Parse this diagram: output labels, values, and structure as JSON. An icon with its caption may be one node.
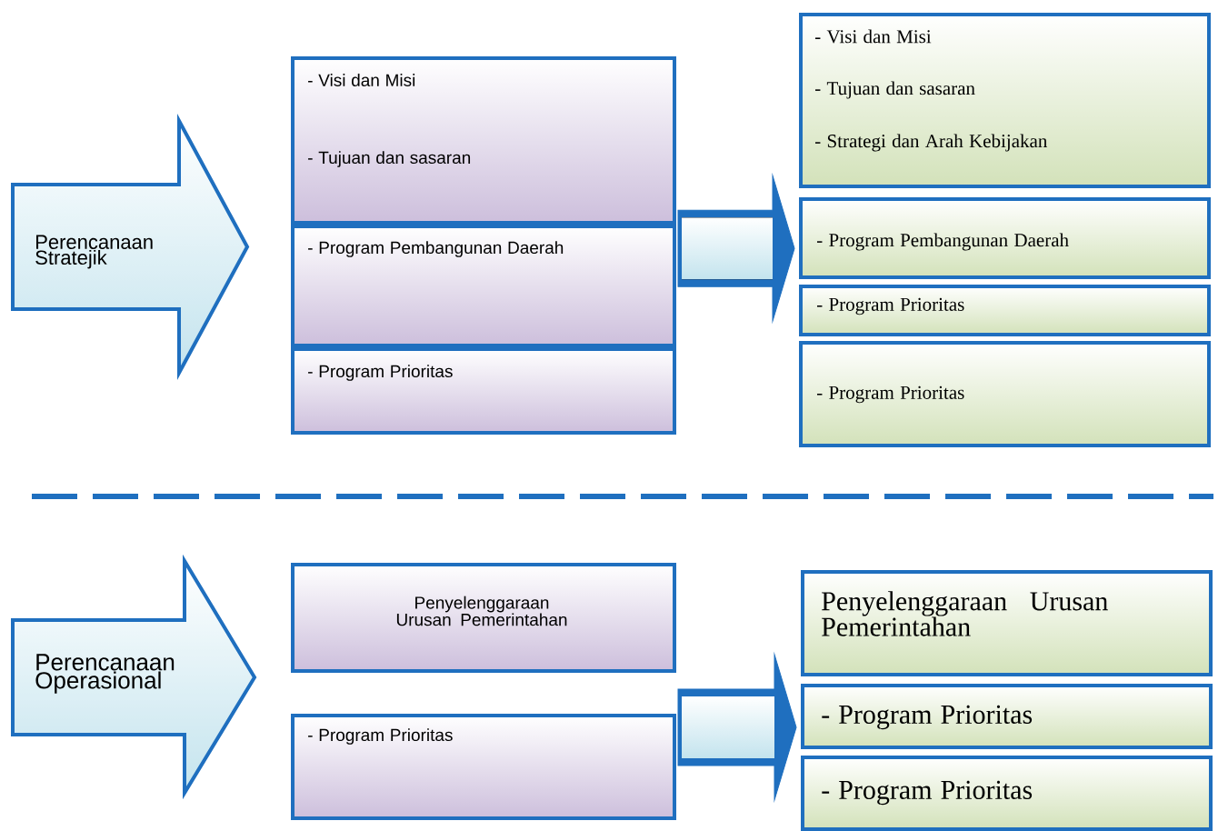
{
  "diagram": {
    "nodes": [
      {
        "text": [
          "Perencanaan Stratejik"
        ]
      },
      {
        "text": [
          "-  Visi dan Misi",
          "-  Tujuan dan sasaran"
        ]
      },
      {
        "text": [
          "- Program Pembangunan Daerah"
        ]
      },
      {
        "text": [
          "- Program Prioritas"
        ]
      },
      {
        "text": [
          "-  Visi dan Misi",
          "-  Tujuan dan sasaran",
          "-  Strategi dan Arah  Kebijakan"
        ]
      },
      {
        "text": [
          "- Program Pembangunan Daerah"
        ]
      },
      {
        "text": [
          "- Program Prioritas"
        ]
      },
      {
        "text": [
          "- Program Prioritas"
        ]
      },
      {
        "text": [
          "Perencanaan Operasional"
        ]
      },
      {
        "text": [
          "Penyelenggaraan Urusan Pemerintahan"
        ]
      },
      {
        "text": [
          "- Program Prioritas"
        ]
      },
      {
        "text": [
          "Penyelenggaraan Urusan Pemerintahan"
        ]
      },
      {
        "text": [
          "- Program Prioritas"
        ]
      },
      {
        "text": [
          "- Program Prioritas"
        ]
      }
    ],
    "edges": [
      {
        "from": 2,
        "to": 5,
        "arrow": "to"
      },
      {
        "from": 10,
        "to": 12,
        "arrow": "to"
      }
    ]
  }
}
